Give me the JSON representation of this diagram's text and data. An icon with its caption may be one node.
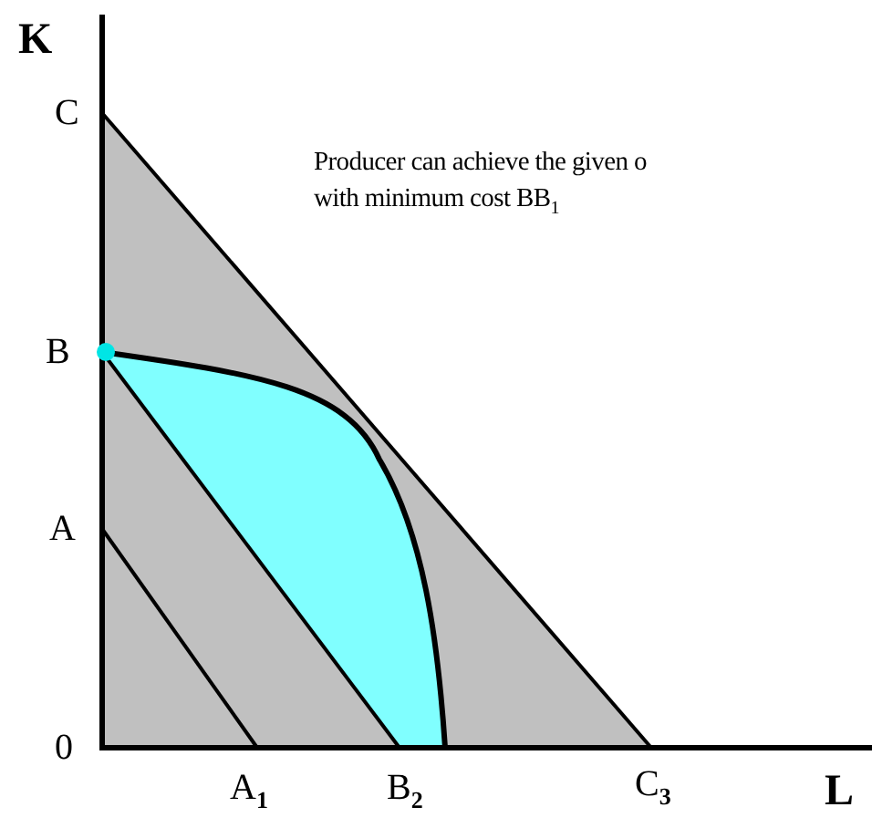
{
  "diagram": {
    "labels": [
      "K",
      "C",
      "Producer can achieve the given o",
      "with minimum cost BB$_{1}$",
      "B",
      "A",
      "0",
      "A$_{1}$",
      "B$_{2}$",
      "C$_{3}$",
      "L"
    ]
  }
}
